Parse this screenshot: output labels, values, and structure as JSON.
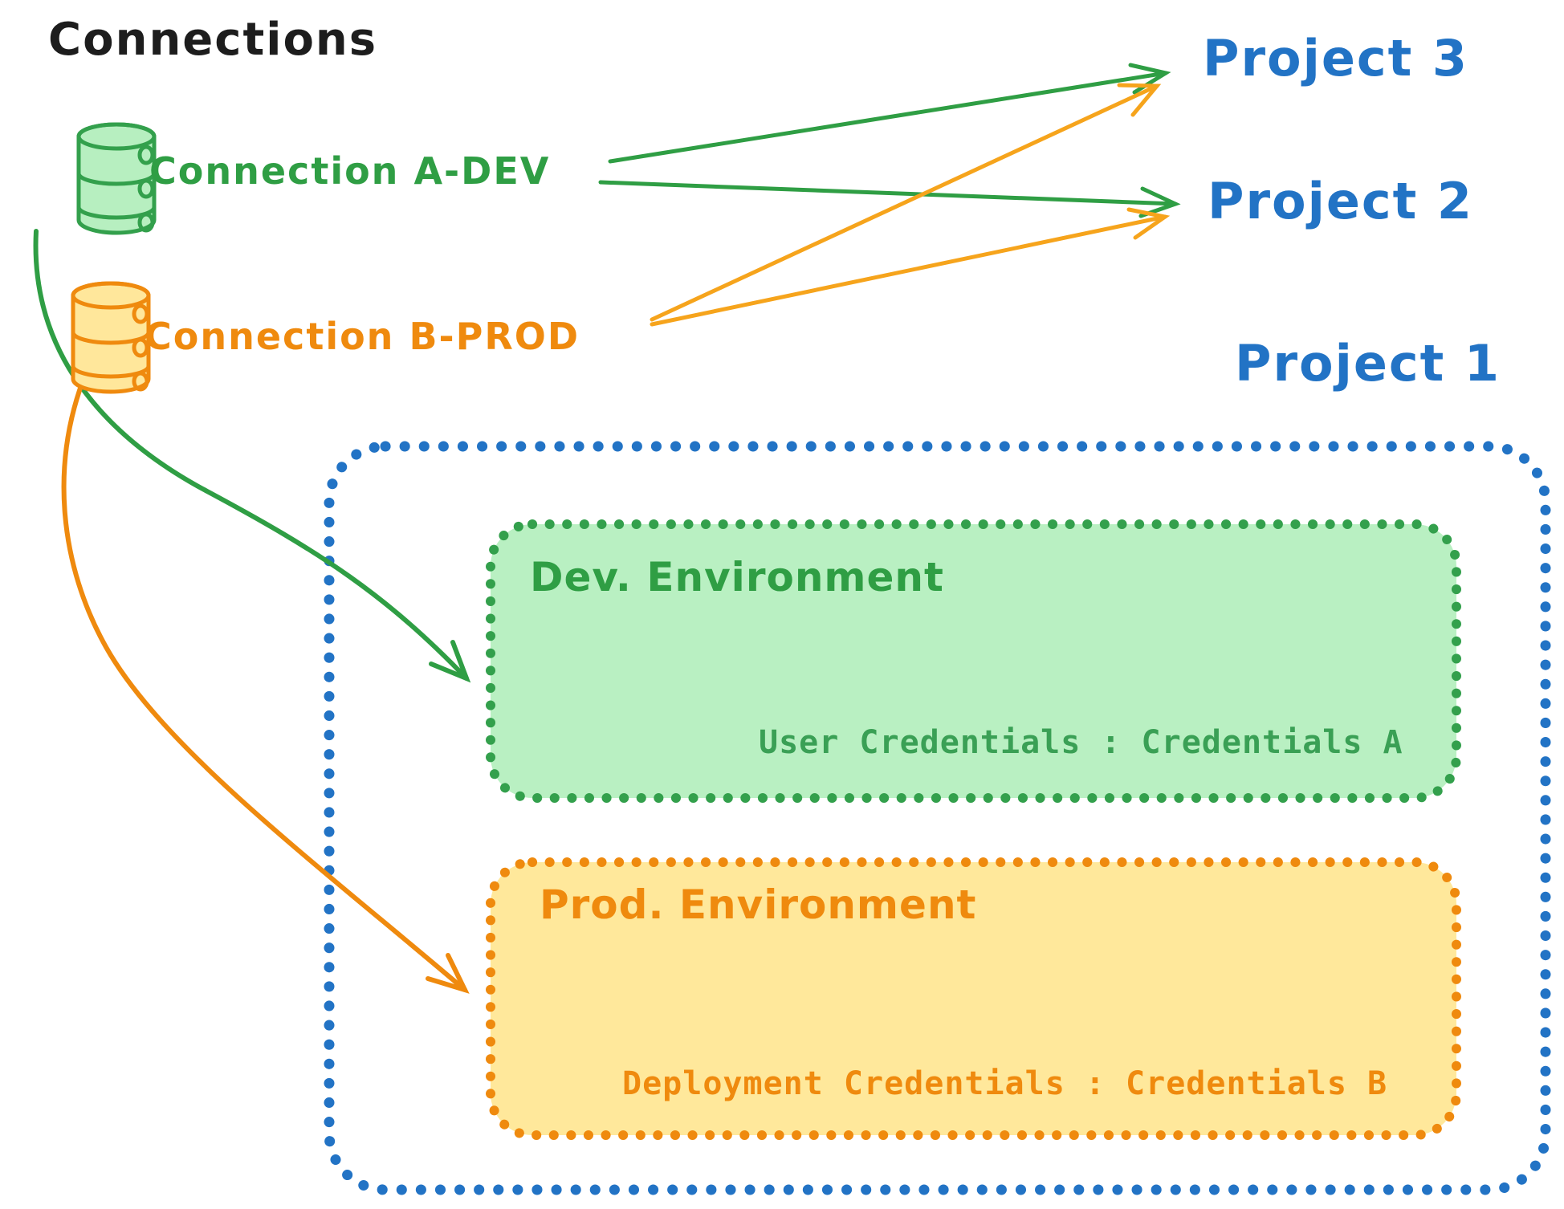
{
  "title": "Connections",
  "connections": {
    "a": {
      "label": "Connection A-DEV",
      "icon": "database-icon",
      "color": "#2f9e44"
    },
    "b": {
      "label": "Connection B-PROD",
      "icon": "database-icon",
      "color": "#ef8a0e"
    }
  },
  "projects": {
    "p3": {
      "label": "Project 3"
    },
    "p2": {
      "label": "Project 2"
    },
    "p1": {
      "label": "Project 1"
    }
  },
  "project1": {
    "dev_environment": {
      "title": "Dev. Environment",
      "credentials": "User Credentials : Credentials A"
    },
    "prod_environment": {
      "title": "Prod. Environment",
      "credentials": "Deployment Credentials : Credentials B"
    }
  },
  "edges": [
    {
      "from": "Connection A-DEV",
      "to": "Project 3",
      "color": "#2f9e44",
      "style": "straight-arrow"
    },
    {
      "from": "Connection A-DEV",
      "to": "Project 2",
      "color": "#2f9e44",
      "style": "straight-arrow"
    },
    {
      "from": "Connection B-PROD",
      "to": "Project 3",
      "color": "#ef8a0e",
      "style": "straight-arrow"
    },
    {
      "from": "Connection B-PROD",
      "to": "Project 2",
      "color": "#ef8a0e",
      "style": "straight-arrow"
    },
    {
      "from": "Connection A-DEV",
      "to": "Dev. Environment (Project 1)",
      "color": "#2f9e44",
      "style": "curved-arrow"
    },
    {
      "from": "Connection B-PROD",
      "to": "Prod. Environment (Project 1)",
      "color": "#ef8a0e",
      "style": "curved-arrow"
    }
  ],
  "colors": {
    "green_stroke": "#2f9e44",
    "green_fill": "#b9f0c2",
    "orange_stroke": "#ef8a0e",
    "orange_fill": "#ffe89b",
    "blue": "#2273c5",
    "black": "#1d1d1d",
    "background": "#ffffff"
  }
}
